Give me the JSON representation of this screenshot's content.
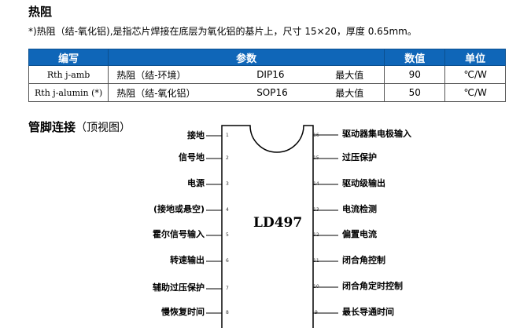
{
  "thermal": {
    "title": "热阻",
    "note": "*)热阻（结-氧化铝),是指芯片焊接在底层为氧化铝的基片上，尺寸 15×20，厚度 0.65mm。",
    "headers": {
      "code": "编写",
      "param": "参数",
      "value": "数值",
      "unit": "单位"
    },
    "rows": [
      {
        "code": "Rth j-amb",
        "param": "热阻（结-环境）",
        "package": "DIP16",
        "qualifier": "最大值",
        "value": "90",
        "unit": "℃/W"
      },
      {
        "code": "Rth j-alumin (*)",
        "param": "热阻（结-氧化铝）",
        "package": "SOP16",
        "qualifier": "最大值",
        "value": "50",
        "unit": "℃/W"
      }
    ]
  },
  "pinout": {
    "title": "管脚连接",
    "subtitle": "（顶视图）",
    "chip_name": "LD497",
    "left_pins": [
      {
        "num": "1",
        "label": "接地"
      },
      {
        "num": "2",
        "label": "信号地"
      },
      {
        "num": "3",
        "label": "电源"
      },
      {
        "num": "4",
        "label": "(接地或悬空)"
      },
      {
        "num": "5",
        "label": "霍尔信号输入"
      },
      {
        "num": "6",
        "label": "转速输出"
      },
      {
        "num": "7",
        "label": "辅助过压保护"
      },
      {
        "num": "8",
        "label": "慢恢复时间"
      }
    ],
    "right_pins": [
      {
        "num": "16",
        "label": "驱动器集电极输入"
      },
      {
        "num": "15",
        "label": "过压保护"
      },
      {
        "num": "14",
        "label": "驱动级输出"
      },
      {
        "num": "13",
        "label": "电流检测"
      },
      {
        "num": "12",
        "label": "偏置电流"
      },
      {
        "num": "11",
        "label": "闭合角控制"
      },
      {
        "num": "10",
        "label": "闭合角定时控制"
      },
      {
        "num": "9",
        "label": "最长导通时间"
      }
    ]
  }
}
